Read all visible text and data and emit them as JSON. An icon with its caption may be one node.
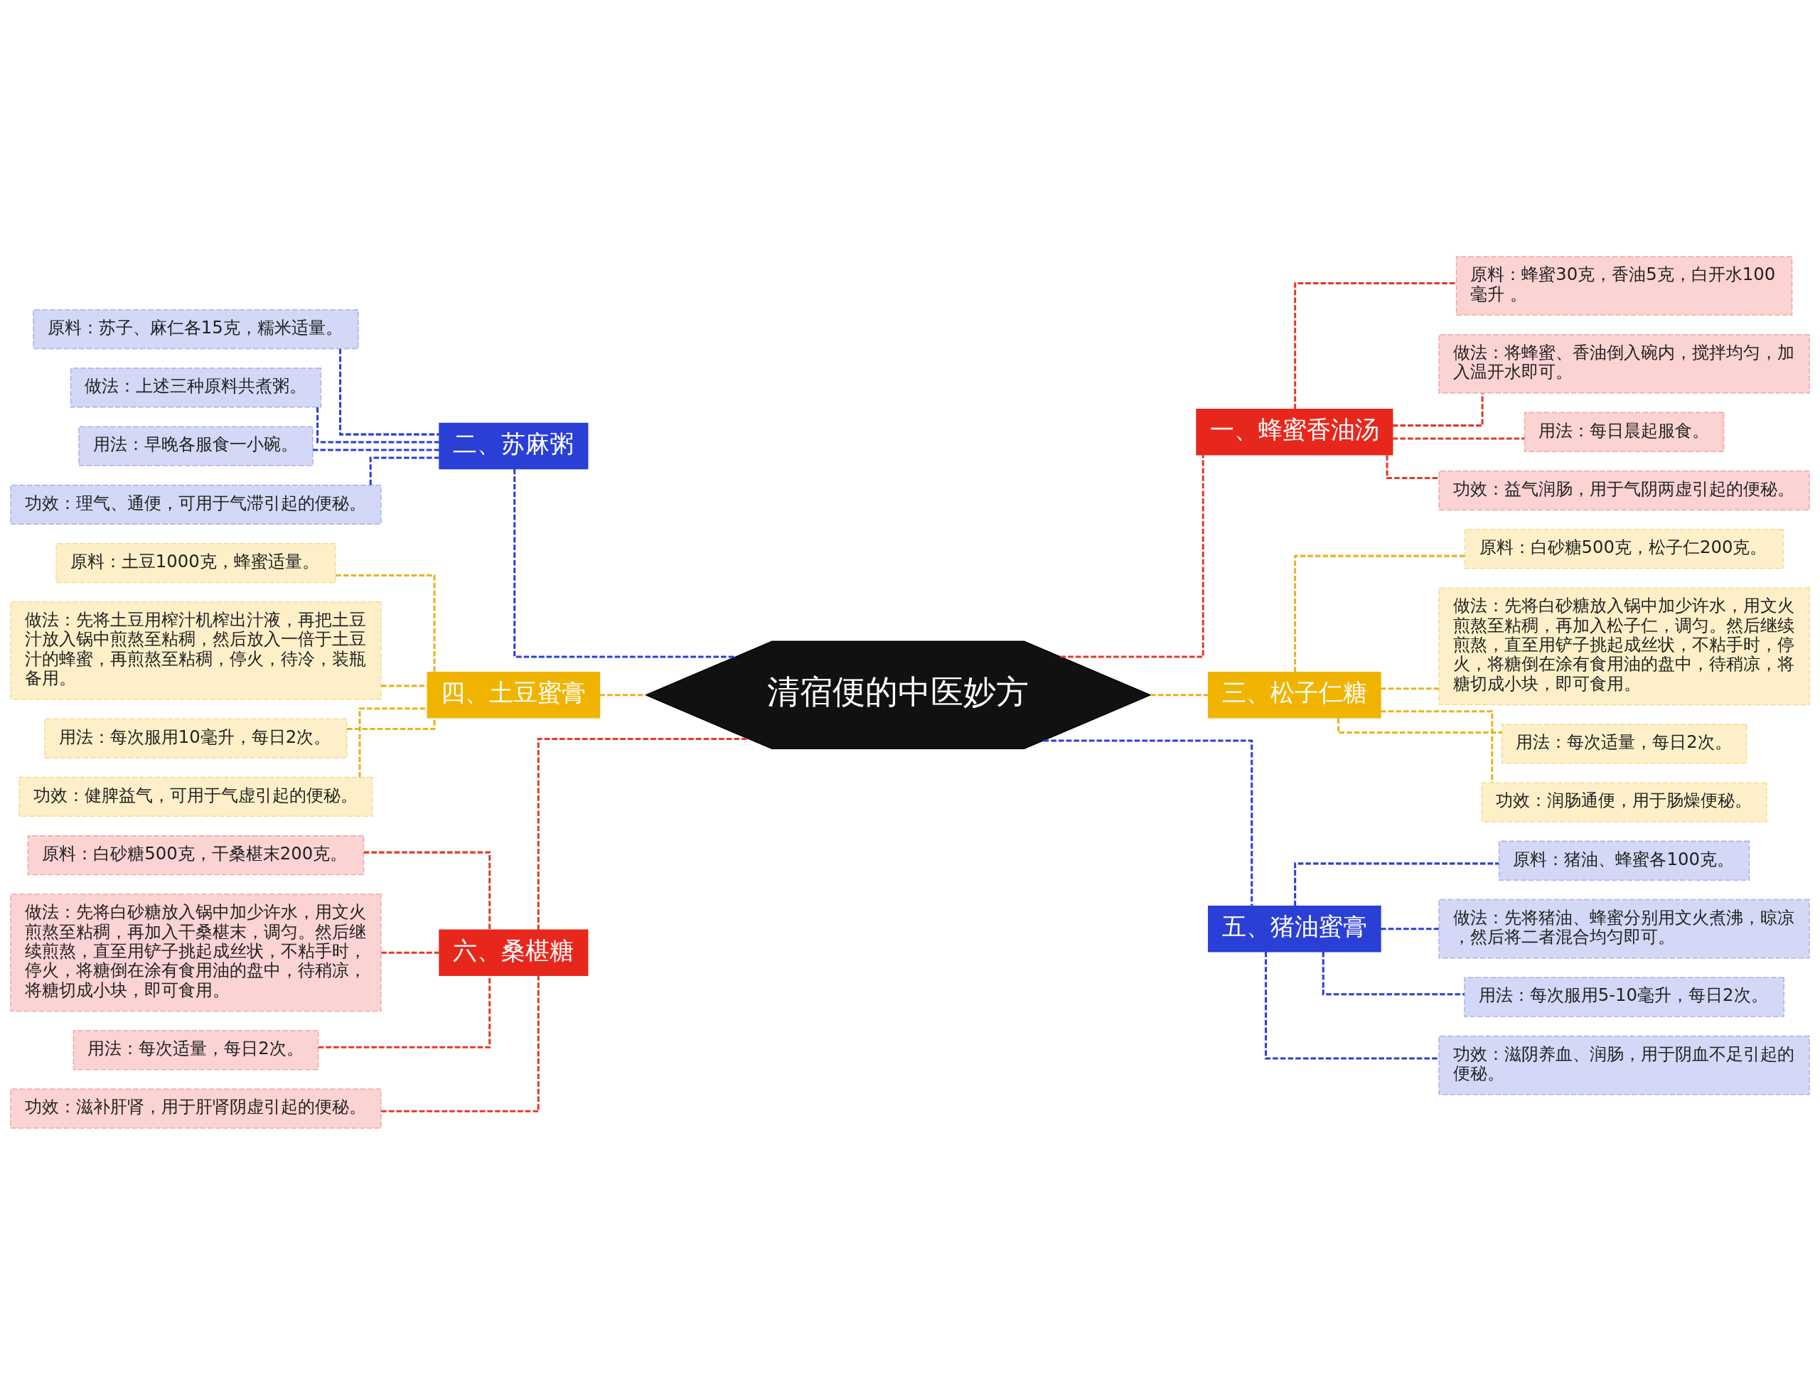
{
  "diagram": {
    "nodes": [
      {
        "text": [
          "清宿便的中医妙方"
        ]
      },
      {
        "text": [
          "一、蜂蜜香油汤"
        ]
      },
      {
        "text": [
          "原料：蜂蜜30克，香油5克，白开水100毫升 。"
        ]
      },
      {
        "text": [
          "做法：将蜂蜜、香油倒入碗内，搅拌均匀，加入温开水即可。"
        ]
      },
      {
        "text": [
          "用法：每日晨起服食。"
        ]
      },
      {
        "text": [
          "功效：益气润肠，用于气阴两虚引起的便秘。"
        ]
      },
      {
        "text": [
          "二、苏麻粥"
        ]
      },
      {
        "text": [
          "原料：苏子、麻仁各15克，糯米适量。"
        ]
      },
      {
        "text": [
          "做法：上述三种原料共煮粥。"
        ]
      },
      {
        "text": [
          "用法：早晚各服食一小碗。"
        ]
      },
      {
        "text": [
          "功效：理气、通便，可用于气滞引起的便秘。"
        ]
      },
      {
        "text": [
          "三、松子仁糖"
        ]
      },
      {
        "text": [
          "原料：白砂糖500克，松子仁200克。"
        ]
      },
      {
        "text": [
          "做法：先将白砂糖放入锅中加少许水，用文火煎熬至粘稠，再加入松子仁，调匀。然后继续煎熬，直至用铲子挑起成丝状，不粘手时，停火，将糖倒在涂有食用油的盘中，待稍凉，将糖切成小块，即可食用。"
        ]
      },
      {
        "text": [
          "用法：每次适量，每日2次。"
        ]
      },
      {
        "text": [
          "功效：润肠通便，用于肠燥便秘。"
        ]
      },
      {
        "text": [
          "四、土豆蜜膏"
        ]
      },
      {
        "text": [
          "原料：土豆1000克，蜂蜜适量。"
        ]
      },
      {
        "text": [
          "做法：先将土豆用榨汁机榨出汁液，再把土豆汁放入锅中煎熬至粘稠，然后放入一倍于土豆汁的蜂蜜，再煎熬至粘稠，停火，待冷，装瓶备用。"
        ]
      },
      {
        "text": [
          "用法：每次服用10毫升，每日2次。"
        ]
      },
      {
        "text": [
          "功效：健脾益气，可用于气虚引起的便秘。"
        ]
      },
      {
        "text": [
          "五、猪油蜜膏"
        ]
      },
      {
        "text": [
          "原料：猪油、蜂蜜各100克。"
        ]
      },
      {
        "text": [
          "做法：先将猪油、蜂蜜分别用文火煮沸，晾凉，然后将二者混合均匀即可。"
        ]
      },
      {
        "text": [
          "用法：每次服用5-10毫升，每日2次。"
        ]
      },
      {
        "text": [
          "功效：滋阴养血、润肠，用于阴血不足引起的便秘。"
        ]
      },
      {
        "text": [
          "六、桑椹糖"
        ]
      },
      {
        "text": [
          "原料：白砂糖500克，干桑椹末200克。"
        ]
      },
      {
        "text": [
          "做法：先将白砂糖放入锅中加少许水，用文火煎熬至粘稠，再加入干桑椹末，调匀。然后继续煎熬，直至用铲子挑起成丝状，不粘手时，停火，将糖倒在涂有食用油的盘中，待稍凉，将糖切成小块，即可食用。"
        ]
      },
      {
        "text": [
          "用法：每次适量，每日2次。"
        ]
      },
      {
        "text": [
          "功效：滋补肝肾，用于肝肾阴虚引起的便秘。"
        ]
      }
    ],
    "edges": [
      {
        "from": 0,
        "to": 1,
        "arrow": "none",
        "style": "dashed",
        "color": "#e03a2a"
      },
      {
        "from": 1,
        "to": 2,
        "arrow": "none",
        "style": "dashed",
        "color": "#e03a2a"
      },
      {
        "from": 1,
        "to": 3,
        "arrow": "none",
        "style": "dashed",
        "color": "#e03a2a"
      },
      {
        "from": 1,
        "to": 4,
        "arrow": "none",
        "style": "dashed",
        "color": "#e03a2a"
      },
      {
        "from": 1,
        "to": 5,
        "arrow": "none",
        "style": "dashed",
        "color": "#e03a2a"
      },
      {
        "from": 6,
        "to": 0,
        "arrow": "none",
        "style": "dashed",
        "color": "#2a3fd6"
      },
      {
        "from": 7,
        "to": 6,
        "arrow": "none",
        "style": "dashed",
        "color": "#2a3fd6"
      },
      {
        "from": 8,
        "to": 6,
        "arrow": "none",
        "style": "dashed",
        "color": "#2a3fd6"
      },
      {
        "from": 9,
        "to": 6,
        "arrow": "none",
        "style": "dashed",
        "color": "#2a3fd6"
      },
      {
        "from": 10,
        "to": 6,
        "arrow": "none",
        "style": "dashed",
        "color": "#2a3fd6"
      },
      {
        "from": 0,
        "to": 11,
        "arrow": "none",
        "style": "dashed",
        "color": "#e6b422"
      },
      {
        "from": 11,
        "to": 12,
        "arrow": "none",
        "style": "dashed",
        "color": "#e6b422"
      },
      {
        "from": 11,
        "to": 13,
        "arrow": "none",
        "style": "dashed",
        "color": "#e6b422"
      },
      {
        "from": 11,
        "to": 14,
        "arrow": "none",
        "style": "dashed",
        "color": "#e6b422"
      },
      {
        "from": 11,
        "to": 15,
        "arrow": "none",
        "style": "dashed",
        "color": "#e6b422"
      },
      {
        "from": 16,
        "to": 0,
        "arrow": "none",
        "style": "dashed",
        "color": "#e6b422"
      },
      {
        "from": 17,
        "to": 16,
        "arrow": "none",
        "style": "dashed",
        "color": "#e6b422"
      },
      {
        "from": 18,
        "to": 16,
        "arrow": "none",
        "style": "dashed",
        "color": "#e6b422"
      },
      {
        "from": 19,
        "to": 16,
        "arrow": "none",
        "style": "dashed",
        "color": "#e6b422"
      },
      {
        "from": 20,
        "to": 16,
        "arrow": "none",
        "style": "dashed",
        "color": "#e6b422"
      },
      {
        "from": 0,
        "to": 21,
        "arrow": "none",
        "style": "dashed",
        "color": "#2a3fd6"
      },
      {
        "from": 21,
        "to": 22,
        "arrow": "none",
        "style": "dashed",
        "color": "#2a3fd6"
      },
      {
        "from": 21,
        "to": 23,
        "arrow": "none",
        "style": "dashed",
        "color": "#2a3fd6"
      },
      {
        "from": 21,
        "to": 24,
        "arrow": "none",
        "style": "dashed",
        "color": "#2a3fd6"
      },
      {
        "from": 21,
        "to": 25,
        "arrow": "none",
        "style": "dashed",
        "color": "#2a3fd6"
      },
      {
        "from": 26,
        "to": 0,
        "arrow": "none",
        "style": "dashed",
        "color": "#e03a2a"
      },
      {
        "from": 27,
        "to": 26,
        "arrow": "none",
        "style": "dashed",
        "color": "#e03a2a"
      },
      {
        "from": 28,
        "to": 26,
        "arrow": "none",
        "style": "dashed",
        "color": "#e03a2a"
      },
      {
        "from": 29,
        "to": 26,
        "arrow": "none",
        "style": "dashed",
        "color": "#e03a2a"
      },
      {
        "from": 30,
        "to": 26,
        "arrow": "none",
        "style": "dashed",
        "color": "#e03a2a"
      }
    ]
  }
}
